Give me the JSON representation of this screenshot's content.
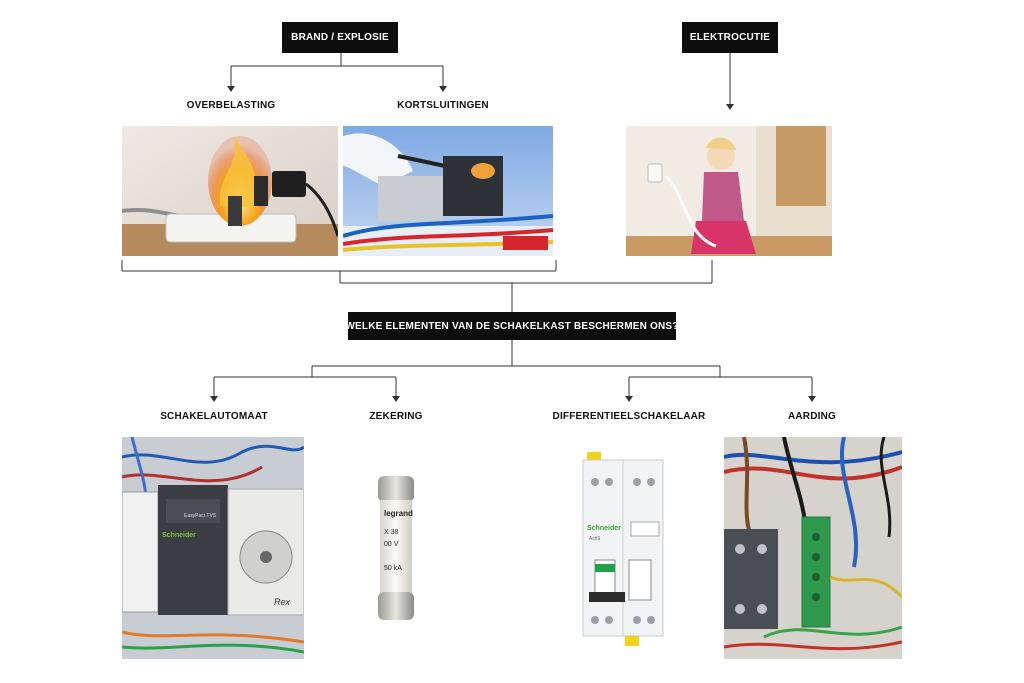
{
  "hazards": {
    "fire": {
      "title": "BRAND / EXPLOSIE"
    },
    "electrocution": {
      "title": "ELEKTROCUTIE"
    },
    "overload": {
      "label": "OVERBELASTING"
    },
    "short_circuit": {
      "label": "KORTSLUITINGEN"
    }
  },
  "question": "WELKE ELEMENTEN VAN DE SCHAKELKAST BESCHERMEN ONS?",
  "protections": [
    {
      "label": "SCHAKELAUTOMAAT"
    },
    {
      "label": "ZEKERING"
    },
    {
      "label": "DIFFERENTIEELSCHAKELAAR"
    },
    {
      "label": "AARDING"
    }
  ],
  "product_text": {
    "breaker_brand": "Schneider",
    "breaker_model": "EasyPact TVS",
    "timer_brand": "Rex",
    "fuse_brand": "legrand",
    "fuse_line1": "X 38",
    "fuse_line2": "00 V",
    "fuse_line3": "50 kA",
    "rcd_brand": "Schneider",
    "rcd_model": "Acti9"
  }
}
